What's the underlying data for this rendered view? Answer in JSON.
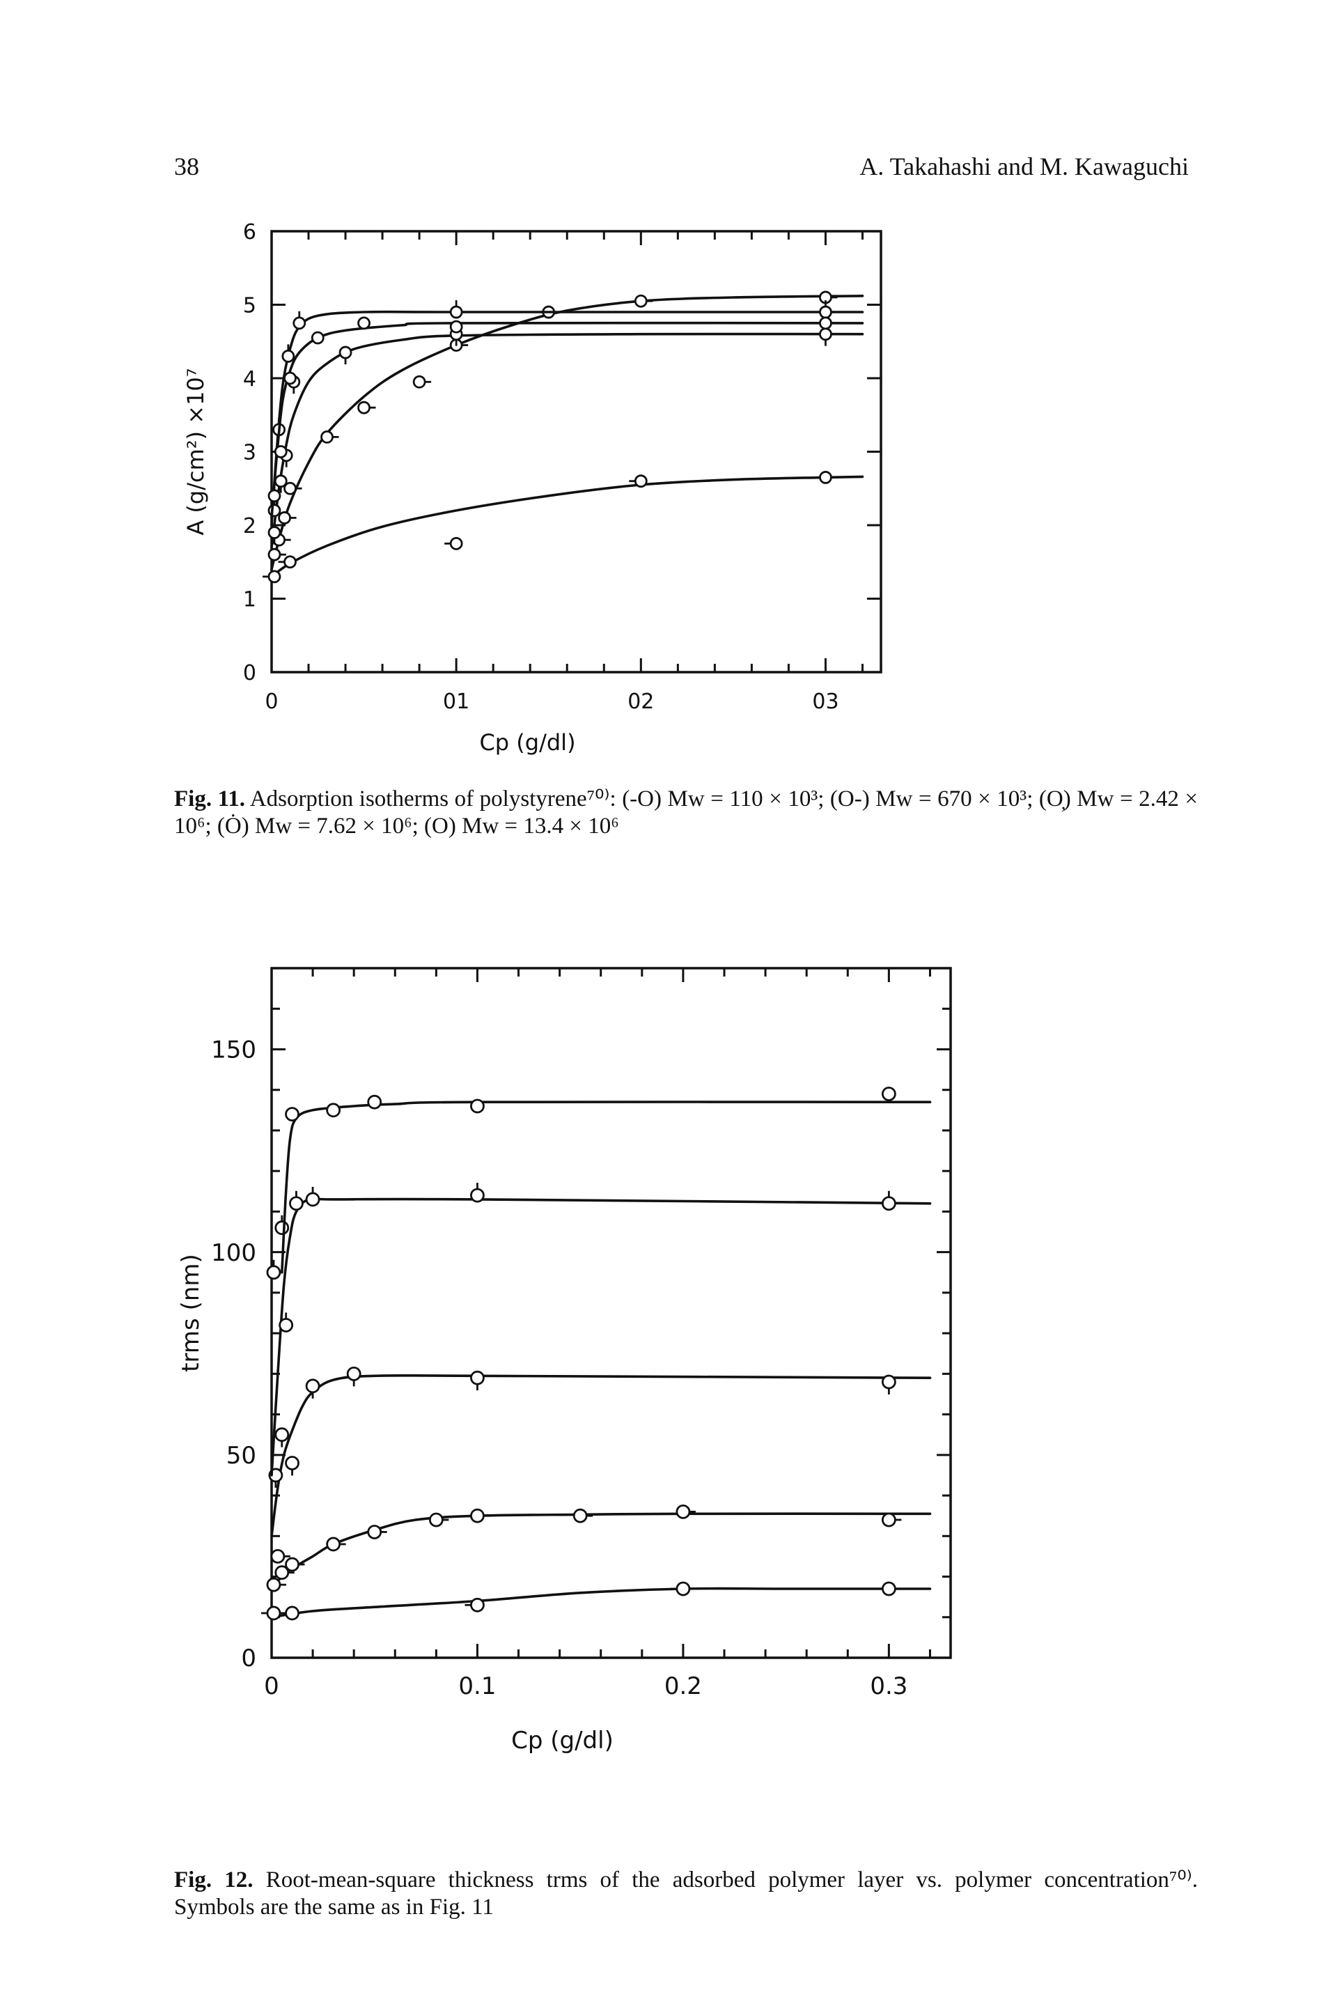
{
  "header": {
    "page_number": "38",
    "authors": "A. Takahashi and M. Kawaguchi"
  },
  "captions": {
    "fig11_label": "Fig. 11.",
    "fig11_text": "Adsorption isotherms of polystyrene⁷⁰⁾: (-O) Mw = 110 × 10³; (O-) Mw = 670 × 10³; (O̦) Mw = 2.42 × 10⁶; (Ȯ) Mw = 7.62 × 10⁶; (O) Mw = 13.4 × 10⁶",
    "fig12_label": "Fig. 12.",
    "fig12_text": "Root-mean-square thickness trms of the adsorbed polymer layer vs. polymer concentration⁷⁰⁾. Symbols are the same as in Fig. 11"
  },
  "chart_data": [
    {
      "type": "scatter",
      "title": "",
      "xlabel": "Cp (g/dl)",
      "ylabel": "A (g/cm²) ×10⁷",
      "xlim": [
        0,
        0.33
      ],
      "ylim": [
        0,
        6
      ],
      "x_ticks": [
        "0",
        "01",
        "02",
        "03"
      ],
      "y_ticks": [
        "0",
        "1",
        "2",
        "3",
        "4",
        "5",
        "6"
      ],
      "grid": false,
      "legend": "caption",
      "series": [
        {
          "name": "(-O) Mw = 110 × 10³",
          "marker": "left",
          "points": [
            [
              0.0015,
              1.3
            ],
            [
              0.01,
              1.5
            ],
            [
              0.1,
              1.75
            ],
            [
              0.2,
              2.6
            ],
            [
              0.3,
              2.65
            ]
          ],
          "curve": [
            [
              0,
              1.3
            ],
            [
              0.01,
              1.48
            ],
            [
              0.03,
              1.72
            ],
            [
              0.06,
              1.98
            ],
            [
              0.1,
              2.2
            ],
            [
              0.15,
              2.4
            ],
            [
              0.2,
              2.55
            ],
            [
              0.25,
              2.62
            ],
            [
              0.3,
              2.65
            ],
            [
              0.32,
              2.66
            ]
          ]
        },
        {
          "name": "(O-) Mw = 670 × 10³",
          "marker": "right",
          "points": [
            [
              0.0015,
              1.6
            ],
            [
              0.004,
              1.8
            ],
            [
              0.007,
              2.1
            ],
            [
              0.01,
              2.5
            ],
            [
              0.03,
              3.2
            ],
            [
              0.05,
              3.6
            ],
            [
              0.08,
              3.95
            ],
            [
              0.1,
              4.45
            ],
            [
              0.15,
              4.9
            ],
            [
              0.2,
              5.05
            ],
            [
              0.3,
              5.1
            ]
          ],
          "curve": [
            [
              0,
              1.4
            ],
            [
              0.005,
              1.9
            ],
            [
              0.01,
              2.3
            ],
            [
              0.02,
              2.85
            ],
            [
              0.03,
              3.25
            ],
            [
              0.05,
              3.75
            ],
            [
              0.07,
              4.1
            ],
            [
              0.1,
              4.45
            ],
            [
              0.13,
              4.72
            ],
            [
              0.16,
              4.92
            ],
            [
              0.2,
              5.05
            ],
            [
              0.25,
              5.1
            ],
            [
              0.32,
              5.12
            ]
          ]
        },
        {
          "name": "(O̦) Mw = 2.42 × 10⁶",
          "marker": "tail-down",
          "points": [
            [
              0.0015,
              1.9
            ],
            [
              0.005,
              2.6
            ],
            [
              0.008,
              2.95
            ],
            [
              0.012,
              3.95
            ],
            [
              0.04,
              4.35
            ],
            [
              0.1,
              4.6
            ],
            [
              0.3,
              4.6
            ]
          ],
          "curve": [
            [
              0,
              1.7
            ],
            [
              0.004,
              2.5
            ],
            [
              0.008,
              3.1
            ],
            [
              0.012,
              3.5
            ],
            [
              0.02,
              3.95
            ],
            [
              0.03,
              4.2
            ],
            [
              0.045,
              4.4
            ],
            [
              0.07,
              4.52
            ],
            [
              0.1,
              4.58
            ],
            [
              0.2,
              4.6
            ],
            [
              0.32,
              4.6
            ]
          ]
        },
        {
          "name": "(Ȯ) Mw = 7.62 × 10⁶",
          "marker": "tail-up",
          "points": [
            [
              0.0015,
              2.2
            ],
            [
              0.004,
              3.3
            ],
            [
              0.009,
              4.3
            ],
            [
              0.015,
              4.75
            ],
            [
              0.1,
              4.9
            ],
            [
              0.3,
              4.9
            ]
          ],
          "curve": [
            [
              0,
              2.0
            ],
            [
              0.003,
              3.1
            ],
            [
              0.006,
              3.9
            ],
            [
              0.01,
              4.4
            ],
            [
              0.015,
              4.7
            ],
            [
              0.025,
              4.85
            ],
            [
              0.05,
              4.9
            ],
            [
              0.1,
              4.9
            ],
            [
              0.32,
              4.9
            ]
          ]
        },
        {
          "name": "(O) Mw = 13.4 × 10⁶",
          "marker": "plain",
          "points": [
            [
              0.0015,
              2.4
            ],
            [
              0.005,
              3.0
            ],
            [
              0.01,
              4.0
            ],
            [
              0.025,
              4.55
            ],
            [
              0.05,
              4.75
            ],
            [
              0.1,
              4.7
            ],
            [
              0.3,
              4.75
            ]
          ],
          "curve": [
            [
              0,
              2.1
            ],
            [
              0.003,
              3.0
            ],
            [
              0.006,
              3.7
            ],
            [
              0.01,
              4.1
            ],
            [
              0.015,
              4.35
            ],
            [
              0.025,
              4.55
            ],
            [
              0.04,
              4.65
            ],
            [
              0.07,
              4.72
            ],
            [
              0.1,
              4.75
            ],
            [
              0.32,
              4.75
            ]
          ]
        }
      ]
    },
    {
      "type": "scatter",
      "title": "",
      "xlabel": "Cp (g/dl)",
      "ylabel": "trms (nm)",
      "xlim": [
        0,
        0.33
      ],
      "ylim": [
        0,
        170
      ],
      "x_ticks": [
        "0",
        "0.1",
        "0.2",
        "0.3"
      ],
      "y_ticks": [
        "0",
        "50",
        "100",
        "150"
      ],
      "grid": false,
      "legend": "caption",
      "series": [
        {
          "name": "(-O) Mw = 110 × 10³",
          "marker": "left",
          "points": [
            [
              0.001,
              11
            ],
            [
              0.01,
              11
            ],
            [
              0.1,
              13
            ],
            [
              0.2,
              17
            ],
            [
              0.3,
              17
            ]
          ],
          "curve": [
            [
              0,
              10
            ],
            [
              0.02,
              11.5
            ],
            [
              0.05,
              12.5
            ],
            [
              0.1,
              14
            ],
            [
              0.15,
              16
            ],
            [
              0.2,
              17
            ],
            [
              0.25,
              17
            ],
            [
              0.32,
              17
            ]
          ]
        },
        {
          "name": "(O-) Mw = 670 × 10³",
          "marker": "right",
          "points": [
            [
              0.001,
              18
            ],
            [
              0.003,
              25
            ],
            [
              0.005,
              21
            ],
            [
              0.01,
              23
            ],
            [
              0.03,
              28
            ],
            [
              0.05,
              31
            ],
            [
              0.08,
              34
            ],
            [
              0.1,
              35
            ],
            [
              0.15,
              35
            ],
            [
              0.2,
              36
            ],
            [
              0.3,
              34
            ]
          ],
          "curve": [
            [
              0,
              17
            ],
            [
              0.005,
              20
            ],
            [
              0.01,
              22
            ],
            [
              0.02,
              25
            ],
            [
              0.03,
              28
            ],
            [
              0.05,
              31.5
            ],
            [
              0.07,
              34
            ],
            [
              0.1,
              35
            ],
            [
              0.15,
              35.3
            ],
            [
              0.2,
              35.5
            ],
            [
              0.32,
              35.5
            ]
          ]
        },
        {
          "name": "(O̦) Mw = 2.42 × 10⁶",
          "marker": "tail-down",
          "points": [
            [
              0.002,
              45
            ],
            [
              0.005,
              55
            ],
            [
              0.01,
              48
            ],
            [
              0.02,
              67
            ],
            [
              0.04,
              70
            ],
            [
              0.1,
              69
            ],
            [
              0.3,
              68
            ]
          ],
          "curve": [
            [
              0,
              30
            ],
            [
              0.003,
              42
            ],
            [
              0.006,
              50
            ],
            [
              0.01,
              56
            ],
            [
              0.015,
              62
            ],
            [
              0.02,
              65.5
            ],
            [
              0.03,
              68.5
            ],
            [
              0.05,
              69.5
            ],
            [
              0.1,
              69.5
            ],
            [
              0.32,
              69
            ]
          ]
        },
        {
          "name": "(Ȯ) Mw = 7.62 × 10⁶",
          "marker": "tail-up",
          "points": [
            [
              0.001,
              95
            ],
            [
              0.005,
              106
            ],
            [
              0.007,
              82
            ],
            [
              0.012,
              112
            ],
            [
              0.02,
              113
            ],
            [
              0.1,
              114
            ],
            [
              0.3,
              112
            ]
          ],
          "curve": [
            [
              0,
              45
            ],
            [
              0.003,
              70
            ],
            [
              0.006,
              92
            ],
            [
              0.009,
              104
            ],
            [
              0.012,
              110
            ],
            [
              0.018,
              113
            ],
            [
              0.03,
              113
            ],
            [
              0.1,
              113
            ],
            [
              0.32,
              112
            ]
          ]
        },
        {
          "name": "(O) Mw = 13.4 × 10⁶",
          "marker": "plain",
          "points": [
            [
              0.01,
              134
            ],
            [
              0.03,
              135
            ],
            [
              0.05,
              137
            ],
            [
              0.1,
              136
            ],
            [
              0.3,
              139
            ]
          ],
          "curve": [
            [
              0.005,
              95
            ],
            [
              0.007,
              115
            ],
            [
              0.009,
              128
            ],
            [
              0.012,
              133
            ],
            [
              0.02,
              135
            ],
            [
              0.04,
              136
            ],
            [
              0.06,
              136.5
            ],
            [
              0.1,
              137
            ],
            [
              0.32,
              137
            ]
          ]
        }
      ]
    }
  ]
}
